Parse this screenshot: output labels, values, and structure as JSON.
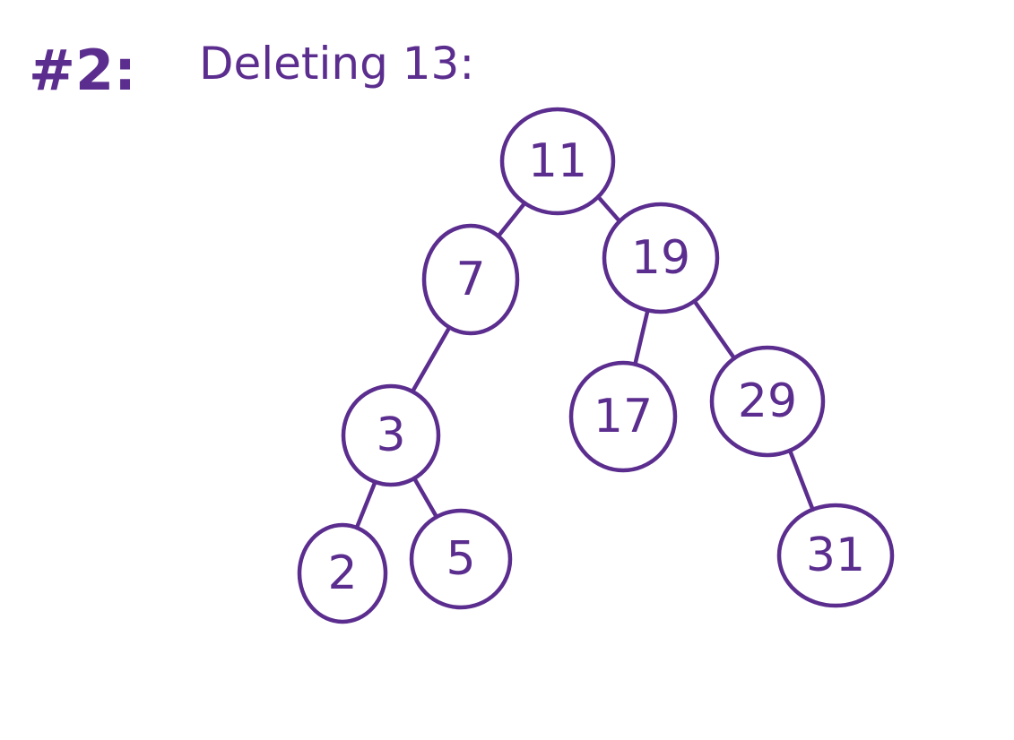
{
  "title": {
    "number": "#2:",
    "text": "Deleting 13:"
  },
  "colors": {
    "ink": "#5b2d8e",
    "background": "#ffffff"
  },
  "tree": {
    "nodes": [
      {
        "id": "n11",
        "label": "11"
      },
      {
        "id": "n7",
        "label": "7"
      },
      {
        "id": "n19",
        "label": "19"
      },
      {
        "id": "n3",
        "label": "3"
      },
      {
        "id": "n17",
        "label": "17"
      },
      {
        "id": "n29",
        "label": "29"
      },
      {
        "id": "n2",
        "label": "2"
      },
      {
        "id": "n5",
        "label": "5"
      },
      {
        "id": "n31",
        "label": "31"
      }
    ],
    "edges": [
      [
        "n11",
        "n7"
      ],
      [
        "n11",
        "n19"
      ],
      [
        "n7",
        "n3"
      ],
      [
        "n19",
        "n17"
      ],
      [
        "n19",
        "n29"
      ],
      [
        "n3",
        "n2"
      ],
      [
        "n3",
        "n5"
      ],
      [
        "n29",
        "n31"
      ]
    ]
  }
}
